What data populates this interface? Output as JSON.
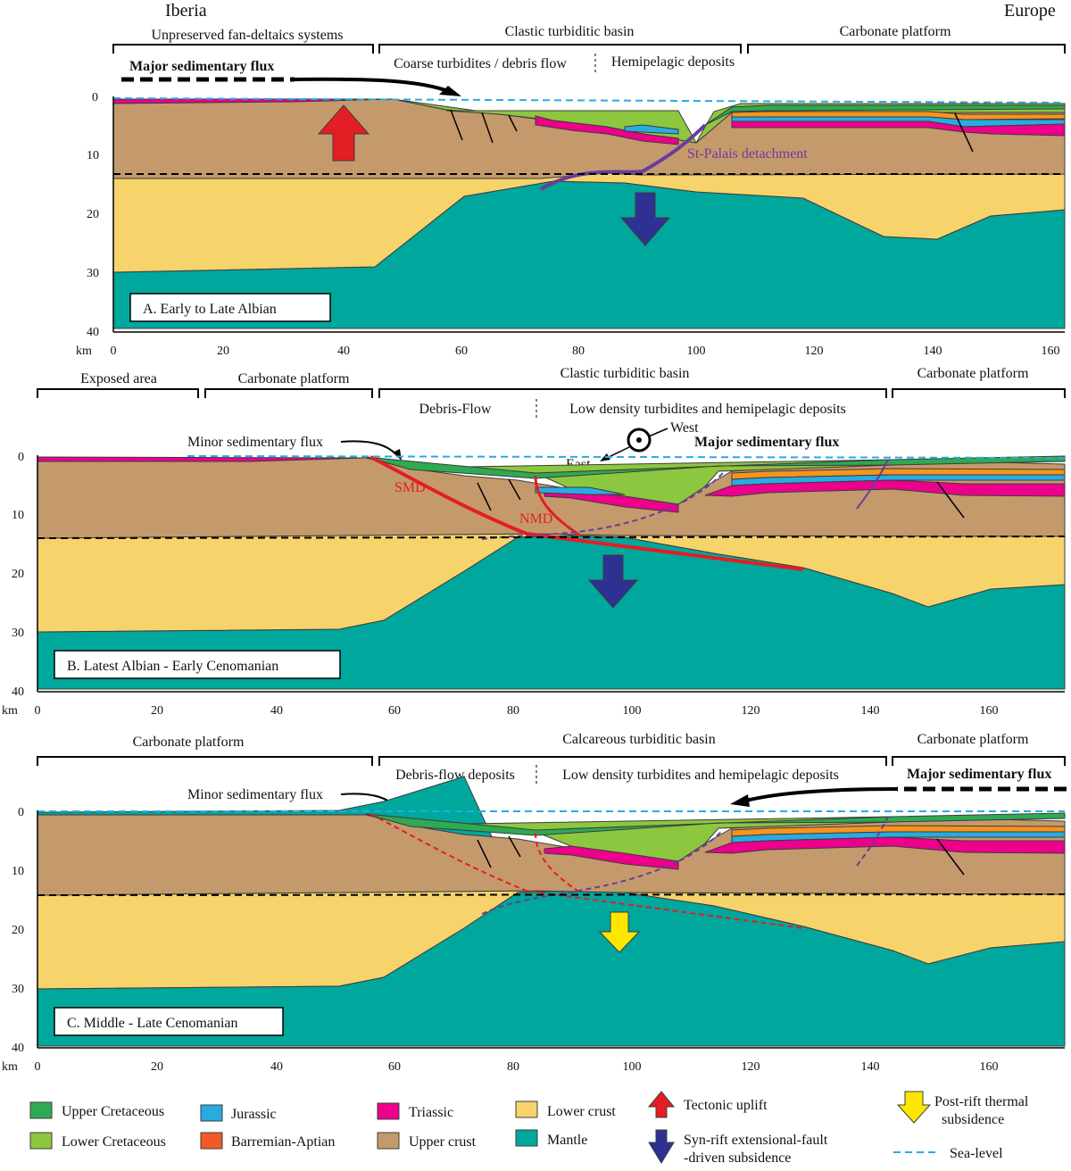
{
  "regions": {
    "left": "Iberia",
    "right": "Europe"
  },
  "axis": {
    "unit": "km",
    "depth_ticks": [
      "0",
      "10",
      "20",
      "30",
      "40"
    ],
    "dist_ticks_a": [
      "0",
      "20",
      "40",
      "60",
      "80",
      "100",
      "120",
      "140",
      "160"
    ],
    "dist_ticks_bc": [
      "0",
      "20",
      "40",
      "60",
      "80",
      "100",
      "120",
      "140",
      "160"
    ]
  },
  "panels": [
    {
      "title": "A. Early to Late Albian",
      "domains": [
        "Unpreserved fan-deltaics systems",
        "Clastic turbiditic basin",
        "Carbonate platform"
      ],
      "subdomains": [
        "Coarse turbidites /  debris flow",
        "Hemipelagic deposits"
      ],
      "flux": "Major sedimentary flux",
      "detachment": "St-Palais detachment"
    },
    {
      "title": "B. Latest Albian - Early Cenomanian",
      "domains": [
        "Exposed area",
        "Carbonate platform",
        "Clastic turbiditic basin",
        "Carbonate platform"
      ],
      "subdomains": [
        "Debris-Flow",
        "Low density turbidites and hemipelagic deposits"
      ],
      "minor_flux": "Minor sedimentary flux",
      "flux": "Major sedimentary flux",
      "direction": [
        "West",
        "East"
      ],
      "faults": [
        "SMD",
        "NMD"
      ]
    },
    {
      "title": "C. Middle - Late Cenomanian",
      "domains": [
        "Carbonate platform",
        "Calcareous turbiditic basin",
        "Carbonate platform"
      ],
      "subdomains": [
        "Debris-flow deposits",
        "Low density turbidites and hemipelagic deposits"
      ],
      "minor_flux": "Minor sedimentary flux",
      "flux": "Major sedimentary flux"
    }
  ],
  "legend": [
    {
      "label": "Upper Cretaceous",
      "color": "#2eaa52"
    },
    {
      "label": "Lower Cretaceous",
      "color": "#8dc63f"
    },
    {
      "label": "Jurassic",
      "color": "#29abe2"
    },
    {
      "label": "Barremian-Aptian",
      "color": "#f15a24"
    },
    {
      "label": "Triassic",
      "color": "#ec008c"
    },
    {
      "label": "Upper crust",
      "color": "#c49a6c"
    },
    {
      "label": "Lower crust",
      "color": "#f6d36b"
    },
    {
      "label": "Mantle",
      "color": "#00a79d"
    },
    {
      "label": "Tectonic uplift",
      "color": "#e31e24"
    },
    {
      "label": "Syn-rift extensional-fault -driven subsidence",
      "color": "#2e3192"
    },
    {
      "label": "Post-rift thermal subsidence",
      "color": "#ffe600"
    },
    {
      "label": "Sea-level",
      "color": "#29abe2"
    }
  ]
}
